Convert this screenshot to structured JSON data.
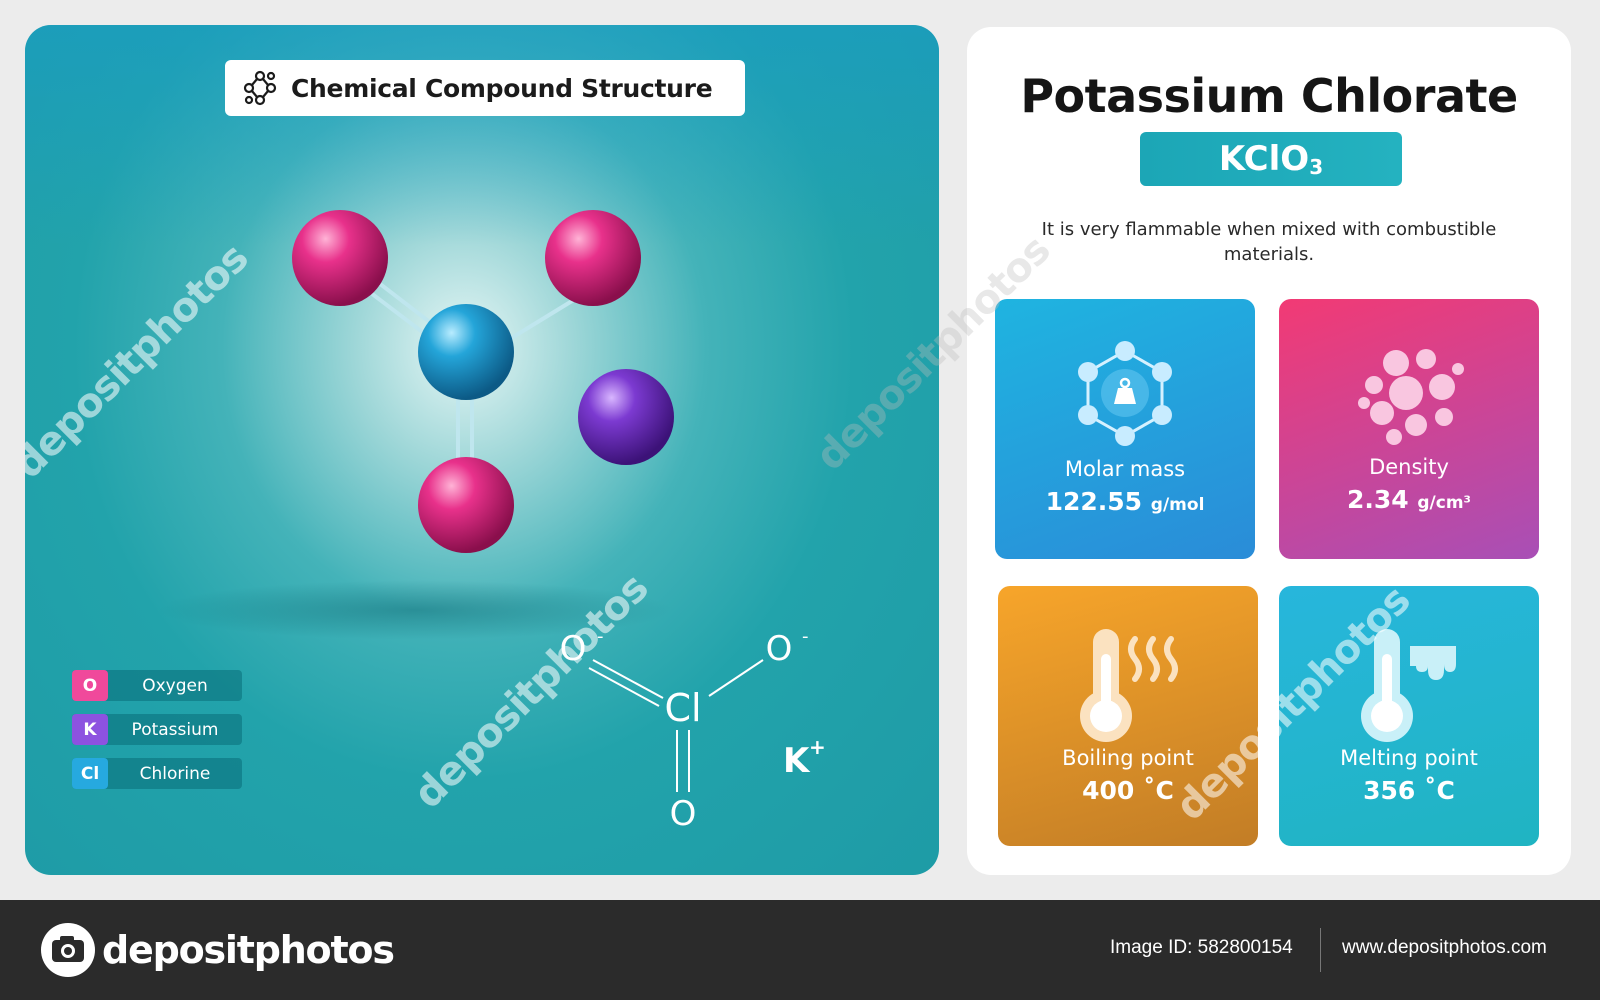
{
  "structure_panel": {
    "title": "Chemical Compound Structure",
    "title_icon": "molecule-network-icon",
    "legend": [
      {
        "symbol": "O",
        "label": "Oxygen",
        "color": "#f0499b"
      },
      {
        "symbol": "K",
        "label": "Potassium",
        "color": "#8d52e0"
      },
      {
        "symbol": "Cl",
        "label": "Chlorine",
        "color": "#26a9df"
      }
    ],
    "structural_formula": {
      "center": "Cl",
      "oxygen_left": "O",
      "oxygen_right": "O",
      "oxygen_bottom": "O",
      "charge_minus": "-",
      "cation": "K",
      "cation_charge": "+"
    },
    "atom_colors": {
      "oxygen": "#d8237a",
      "chlorine": "#1e9ecf",
      "potassium": "#6b2fb8"
    }
  },
  "info_panel": {
    "compound_name": "Potassium Chlorate",
    "formula_main": "KClO",
    "formula_sub": "3",
    "description": "It is very flammable when mixed with combustible materials.",
    "properties": [
      {
        "label": "Molar mass",
        "value": "122.55",
        "unit": "g/mol",
        "icon": "molecule-weight-icon"
      },
      {
        "label": "Density",
        "value": "2.34",
        "unit": "g/cm³",
        "icon": "particles-icon"
      },
      {
        "label": "Boiling point",
        "value": "400 ˚C",
        "unit": "",
        "icon": "thermometer-heat-icon"
      },
      {
        "label": "Melting point",
        "value": "356 ˚C",
        "unit": "",
        "icon": "thermometer-melt-icon"
      }
    ]
  },
  "footer": {
    "logo_text": "depositphotos",
    "image_id": "Image ID: 582800154",
    "url": "www.depositphotos.com"
  },
  "watermark_text": "depositphotos"
}
